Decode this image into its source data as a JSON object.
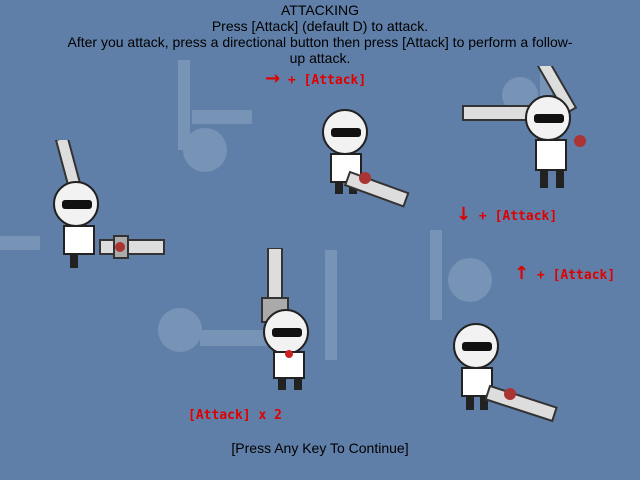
{
  "header": {
    "title": "ATTACKING",
    "line1": "Press [Attack] (default D) to attack.",
    "line2": "After you attack, press a directional button then press [Attack] to perform a follow-",
    "line3": "up attack."
  },
  "hints": {
    "right": {
      "arrow": "→",
      "text": "+ [Attack]"
    },
    "down": {
      "arrow": "↓",
      "text": "+ [Attack]"
    },
    "up": {
      "arrow": "↑",
      "text": "+ [Attack]"
    },
    "repeat": {
      "text": "[Attack] x 2"
    }
  },
  "footer": {
    "continue": "[Press Any Key To Continue]"
  },
  "colors": {
    "background": "#5f7fa8",
    "hint_red": "#e00000"
  }
}
